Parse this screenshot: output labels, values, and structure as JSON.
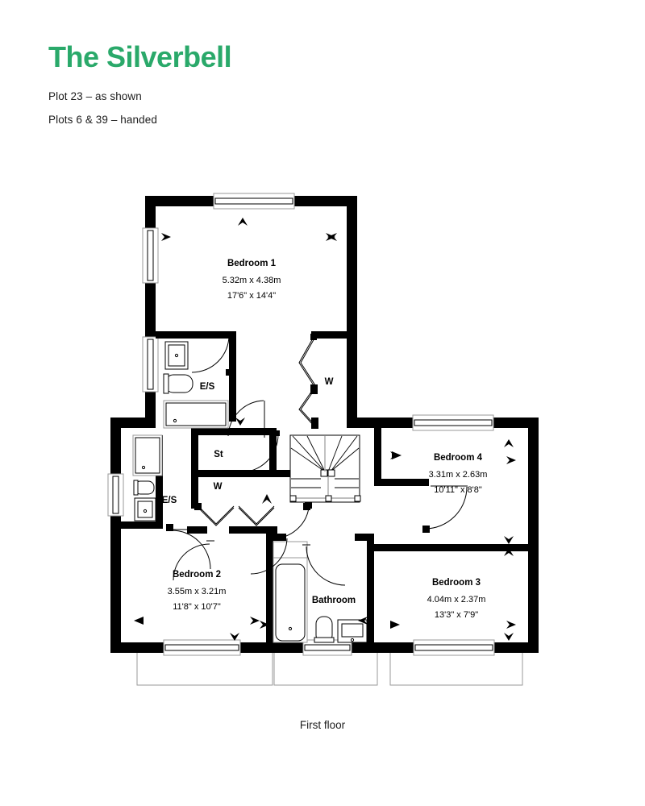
{
  "header": {
    "title": "The Silverbell",
    "subtitle_1": "Plot 23 – as shown",
    "subtitle_2": "Plots 6 & 39 – handed"
  },
  "caption": "First floor",
  "colors": {
    "brand_green": "#2aa96a",
    "wall_black": "#000000",
    "text_dark": "#1d1d1d",
    "canopy_gray": "#9a9a9a"
  },
  "rooms": [
    {
      "key": "bedroom1",
      "name": "Bedroom 1",
      "metric": "5.32m x 4.38m",
      "imperial": "17'6\" x 14'4\""
    },
    {
      "key": "bedroom2",
      "name": "Bedroom 2",
      "metric": "3.55m x 3.21m",
      "imperial": "11'8\" x 10'7\""
    },
    {
      "key": "bedroom3",
      "name": "Bedroom 3",
      "metric": "4.04m x 2.37m",
      "imperial": "13'3\" x 7'9\""
    },
    {
      "key": "bedroom4",
      "name": "Bedroom 4",
      "metric": "3.31m x 2.63m",
      "imperial": "10'11\" x 8'8\""
    },
    {
      "key": "bathroom",
      "name": "Bathroom",
      "metric": "",
      "imperial": ""
    }
  ],
  "small_labels": {
    "ensuite_1": "E/S",
    "ensuite_2": "E/S",
    "store": "St",
    "wardrobe_upper": "W",
    "wardrobe_lower": "W"
  }
}
